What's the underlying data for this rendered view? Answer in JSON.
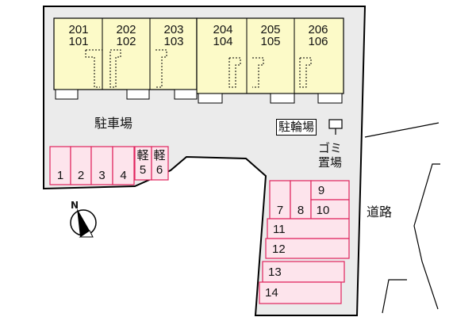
{
  "units": [
    {
      "upper": "201",
      "lower": "101"
    },
    {
      "upper": "202",
      "lower": "102"
    },
    {
      "upper": "203",
      "lower": "103"
    },
    {
      "upper": "204",
      "lower": "104"
    },
    {
      "upper": "205",
      "lower": "105"
    },
    {
      "upper": "206",
      "lower": "106"
    }
  ],
  "parking_area_label": "駐車場",
  "left_parking_stalls": [
    "1",
    "2",
    "3",
    "4"
  ],
  "kei_stalls": [
    {
      "kind": "軽",
      "number": "5"
    },
    {
      "kind": "軽",
      "number": "6"
    }
  ],
  "bicycle_parking_label": "駐輪場",
  "garbage_area_label": [
    "ゴミ",
    "置場"
  ],
  "right_parking_stalls": [
    "7",
    "8",
    "9",
    "10",
    "11",
    "12",
    "13",
    "14"
  ],
  "road_label": "道路",
  "compass_label": "N",
  "colors": {
    "lot": "#ebebeb",
    "building": "#fcfac8",
    "parking": "#fde4ec",
    "parking_border": "#e0245e",
    "outline": "#000000"
  }
}
